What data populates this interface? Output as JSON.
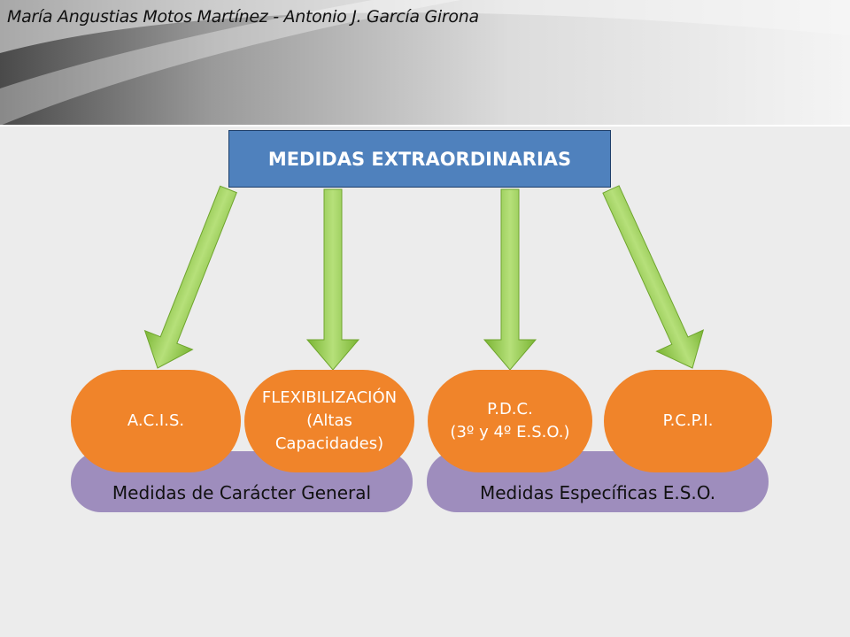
{
  "author": "María Angustias Motos Martínez - Antonio J. García Girona",
  "title": "MEDIDAS EXTRAORDINARIAS",
  "groups": [
    {
      "label": "Medidas de Carácter General"
    },
    {
      "label": "Medidas Específicas E.S.O."
    }
  ],
  "items": [
    {
      "lines": [
        "A.C.I.S."
      ]
    },
    {
      "lines": [
        "FLEXIBILIZACIÓN",
        "(Altas",
        "Capacidades)"
      ]
    },
    {
      "lines": [
        "P.D.C.",
        "(3º y 4º E.S.O.)"
      ]
    },
    {
      "lines": [
        "P.C.P.I."
      ]
    }
  ],
  "colors": {
    "title_fill": "#4f81bd",
    "item_fill": "#f0842a",
    "group_fill": "#9e8dbd",
    "arrow_fill": "#8cc63f"
  }
}
